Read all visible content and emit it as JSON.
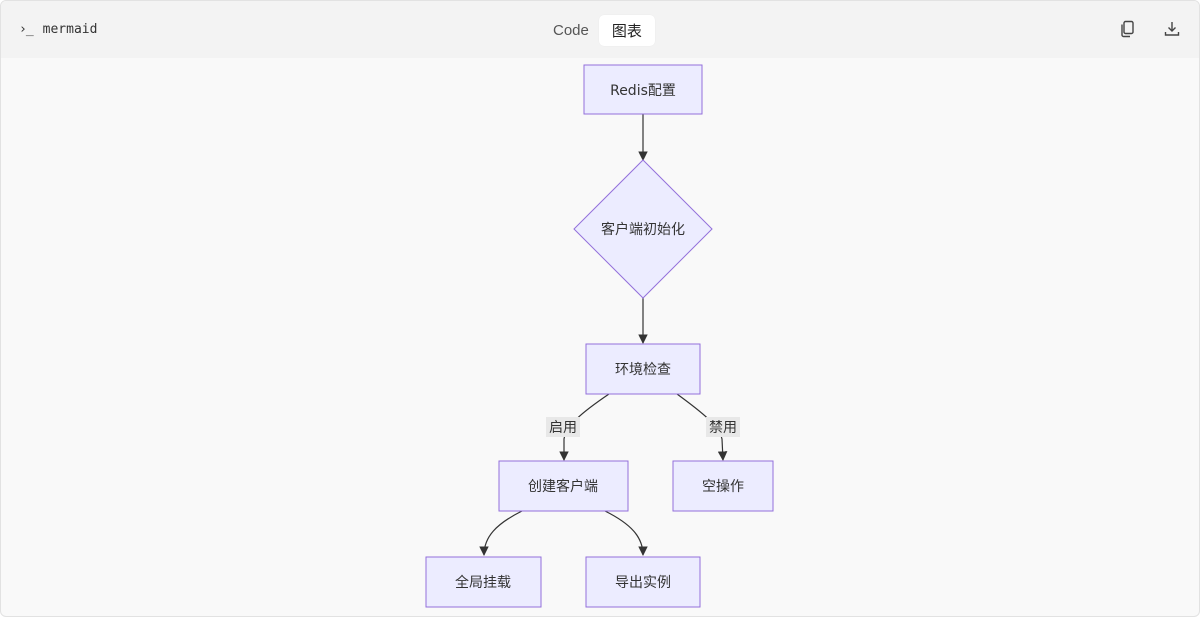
{
  "header": {
    "language_prompt": "›_",
    "language": "mermaid",
    "tabs": [
      {
        "label": "Code",
        "active": false
      },
      {
        "label": "图表",
        "active": true
      }
    ],
    "copy_icon": "copy-icon",
    "download_icon": "download-icon"
  },
  "diagram": {
    "nodes": {
      "redis_config": "Redis配置",
      "client_init": "客户端初始化",
      "env_check": "环境检查",
      "create_client": "创建客户端",
      "noop": "空操作",
      "global_mount": "全局挂载",
      "export_instance": "导出实例"
    },
    "edge_labels": {
      "enabled": "启用",
      "disabled": "禁用"
    },
    "colors": {
      "node_fill": "#ECECFF",
      "node_stroke": "#9370DB",
      "edge": "#333333",
      "label_bg": "#E8E8E8"
    }
  }
}
